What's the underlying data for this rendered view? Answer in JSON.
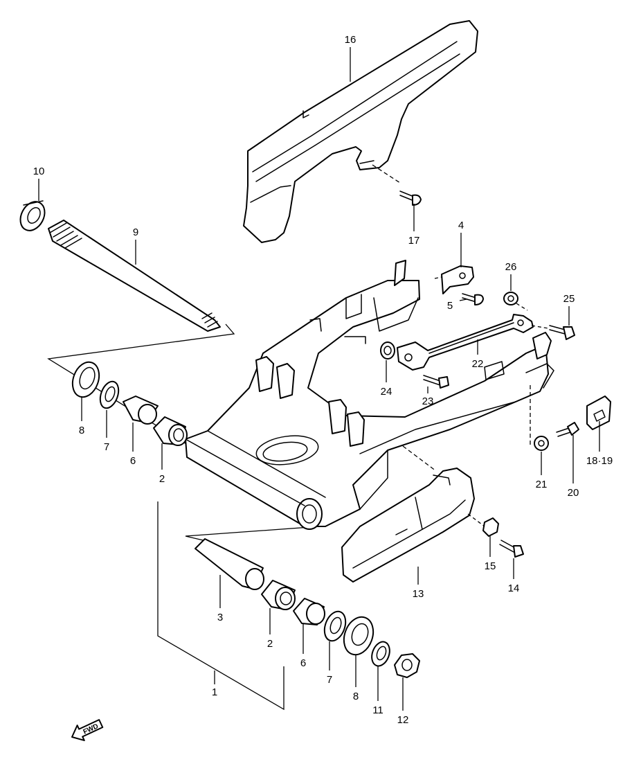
{
  "diagram": {
    "callouts": [
      "16",
      "17",
      "10",
      "9",
      "4",
      "26",
      "25",
      "5",
      "22",
      "24",
      "23",
      "8",
      "7",
      "6",
      "2",
      "18·19",
      "21",
      "20",
      "15",
      "14",
      "13",
      "3",
      "1",
      "11",
      "12"
    ],
    "fwd_label": "FWD"
  }
}
